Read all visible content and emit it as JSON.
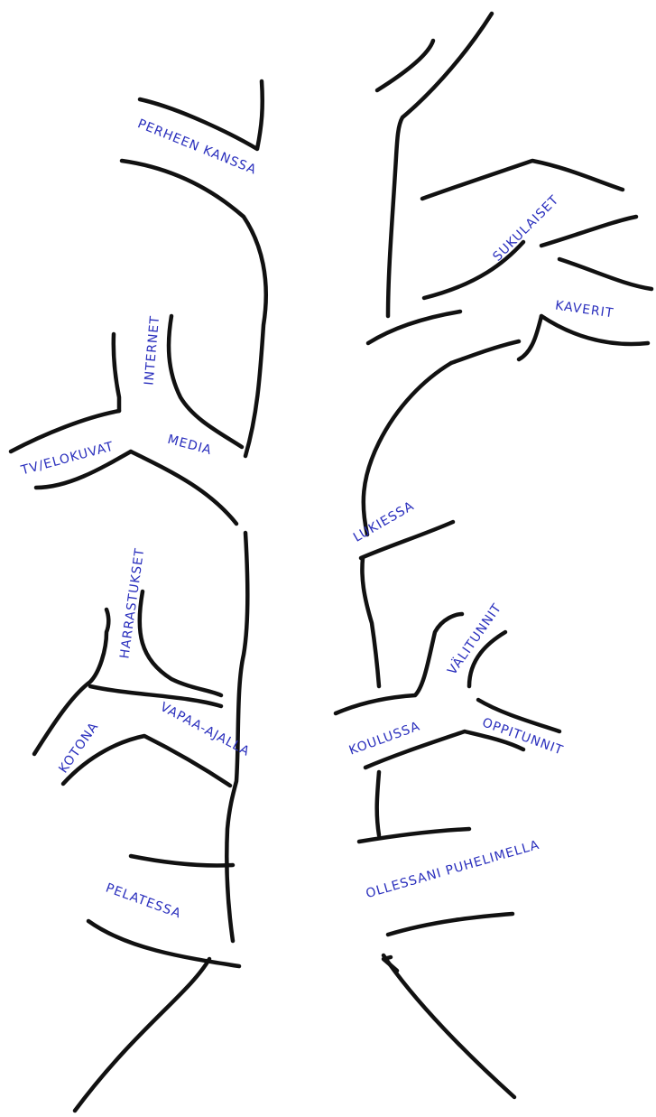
{
  "colors": {
    "ink": "#111111",
    "label": "#2a2fbd",
    "paper": "#ffffff"
  },
  "labels": {
    "perheen_kanssa": "PERHEEN KANSSA",
    "sukulaiset": "SUKULAISET",
    "kaverit": "KAVERIT",
    "internet": "INTERNET",
    "media": "MEDIA",
    "tv_elokuvat": "TV/ELOKUVAT",
    "lukiessa": "LUKIESSA",
    "harrastukset": "HARRASTUKSET",
    "valitunnit": "VÄLITUNNIT",
    "vapaa_ajalla": "VAPAA-AJALLA",
    "kotona": "KOTONA",
    "koulussa": "KOULUSSA",
    "oppitunnit": "OPPITUNNIT",
    "pelatessa": "PELATESSA",
    "ollessani_puhelimella": "OLLESSANI PUHELIMELLA"
  }
}
